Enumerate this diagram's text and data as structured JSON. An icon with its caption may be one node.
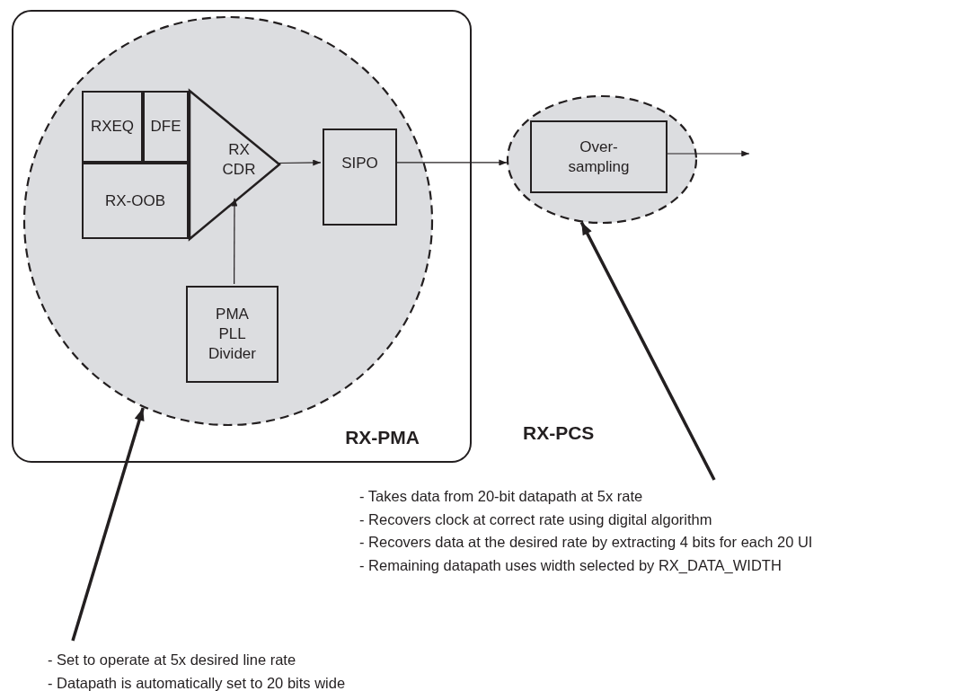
{
  "diagram": {
    "nodes": [
      {
        "text": [
          "RX-PMA"
        ]
      },
      {
        "text": [],
        "shape": "circle",
        "in": 0
      },
      {
        "text": [
          "RXEQ"
        ],
        "in": 1
      },
      {
        "text": [
          "DFE"
        ],
        "in": 1
      },
      {
        "text": [
          "RX-OOB"
        ],
        "in": 1
      },
      {
        "text": [
          "RX CDR"
        ],
        "in": 1
      },
      {
        "text": [
          "SIPO"
        ],
        "in": 1
      },
      {
        "text": [
          "PMA PLL Divider"
        ],
        "in": 1
      },
      {
        "text": [],
        "shape": "ellipse"
      },
      {
        "text": [
          "Over- sampling"
        ],
        "in": 8
      },
      {
        "text": [
          "- Takes data from 20-bit datapath at 5x rate",
          "- Recovers clock at correct rate using digital algorithm",
          "- Recovers data at the desired rate by extracting 4 bits for each 20 UI",
          "- Remaining datapath uses width selected by RX_DATA_WIDTH"
        ]
      },
      {
        "text": [
          "- Set to operate at 5x desired line rate",
          "- Datapath is automatically set to 20 bits wide"
        ]
      }
    ],
    "edges": [
      {
        "from": 5,
        "to": 6,
        "arrow": "to"
      },
      {
        "from": 6,
        "to": 8,
        "arrow": "to"
      },
      {
        "from": 9,
        "to": null,
        "arrow": "to"
      },
      {
        "from": 7,
        "to": 5,
        "arrow": "to"
      },
      {
        "from": 10,
        "to": 8,
        "arrow": "to",
        "style": "thick"
      },
      {
        "from": 11,
        "to": 1,
        "arrow": "to",
        "style": "thick"
      }
    ],
    "labels": [
      "RX-PCS"
    ]
  }
}
